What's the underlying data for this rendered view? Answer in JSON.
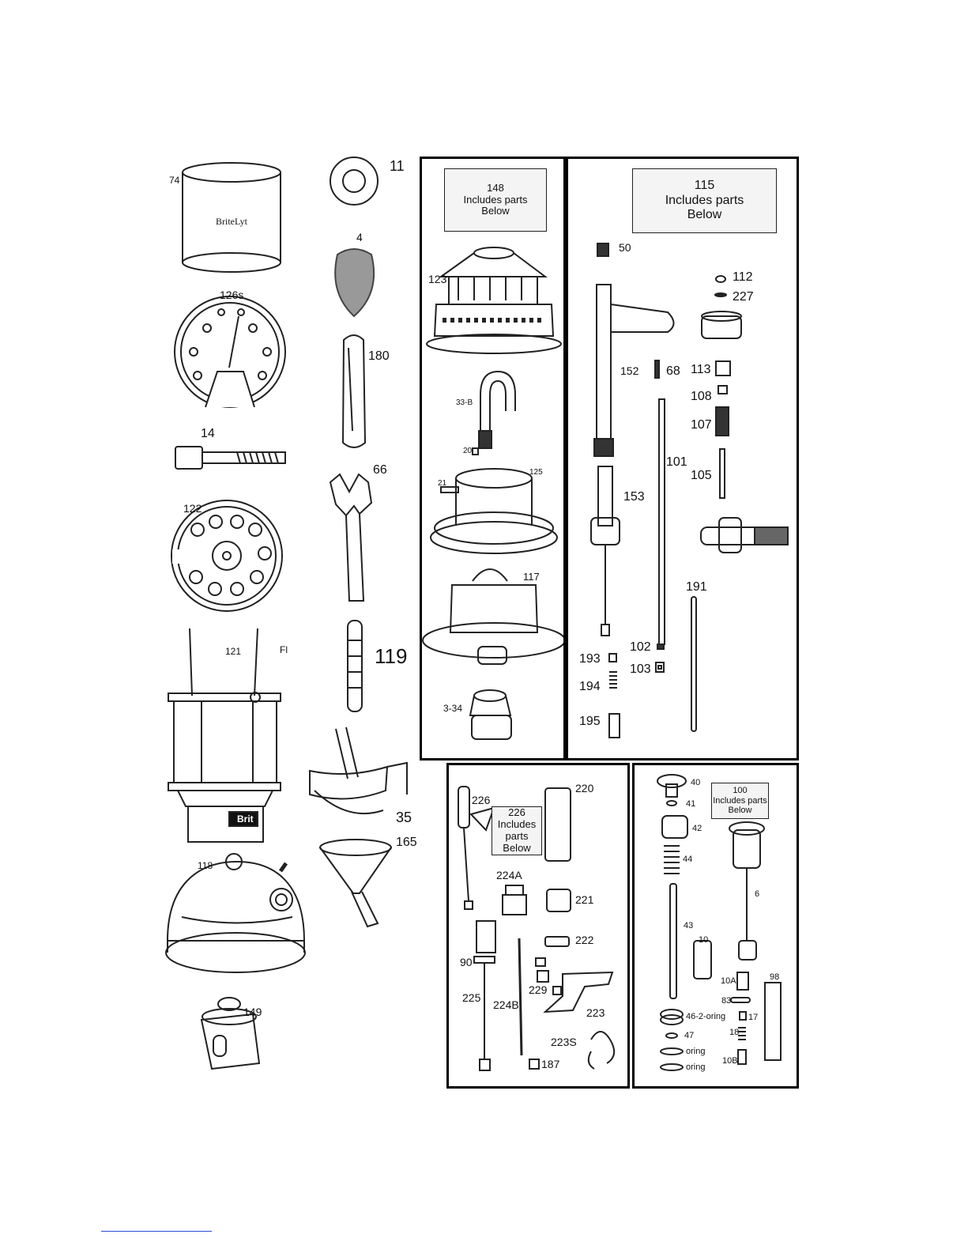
{
  "left_labels": [
    {
      "id": "74",
      "text": "74"
    },
    {
      "id": "126s",
      "text": "126s"
    },
    {
      "id": "14",
      "text": "14"
    },
    {
      "id": "122",
      "text": "122"
    },
    {
      "id": "121",
      "text": "121"
    },
    {
      "id": "Fl",
      "text": "Fl"
    },
    {
      "id": "118",
      "text": "118"
    },
    {
      "id": "149",
      "text": "149"
    },
    {
      "id": "11",
      "text": "11"
    },
    {
      "id": "4",
      "text": "4"
    },
    {
      "id": "180",
      "text": "180"
    },
    {
      "id": "66",
      "text": "66"
    },
    {
      "id": "119",
      "text": "119"
    },
    {
      "id": "35",
      "text": "35"
    },
    {
      "id": "165",
      "text": "165"
    }
  ],
  "brand_text": {
    "globe": "BriteLyt",
    "frame": "Brit"
  },
  "panel_148": {
    "note": {
      "number": "148",
      "line1": "Includes parts",
      "line2": "Below"
    },
    "labels": [
      "123",
      "33-B",
      "20",
      "21",
      "125",
      "117",
      "3-34"
    ]
  },
  "panel_115": {
    "note": {
      "number": "115",
      "line1": "Includes parts",
      "line2": "Below"
    },
    "labels": [
      "50",
      "112",
      "227",
      "152",
      "68",
      "113",
      "108",
      "107",
      "101",
      "105",
      "153",
      "191",
      "102",
      "193",
      "103",
      "194",
      "195"
    ]
  },
  "panel_226": {
    "note": {
      "number": "226",
      "line1": "Includes",
      "line2": "parts",
      "line3": "Below"
    },
    "labels": [
      "226",
      "220",
      "224A",
      "221",
      "222",
      "90",
      "229",
      "225",
      "224B",
      "223",
      "223S",
      "187"
    ]
  },
  "panel_100": {
    "note": {
      "number": "100",
      "line1": "Includes parts",
      "line2": "Below"
    },
    "labels": [
      "40",
      "41",
      "42",
      "44",
      "6",
      "43",
      "10",
      "10A",
      "98",
      "83",
      "46-2-oring",
      "17",
      "47",
      "18",
      "oring",
      "oring",
      "10B"
    ]
  }
}
